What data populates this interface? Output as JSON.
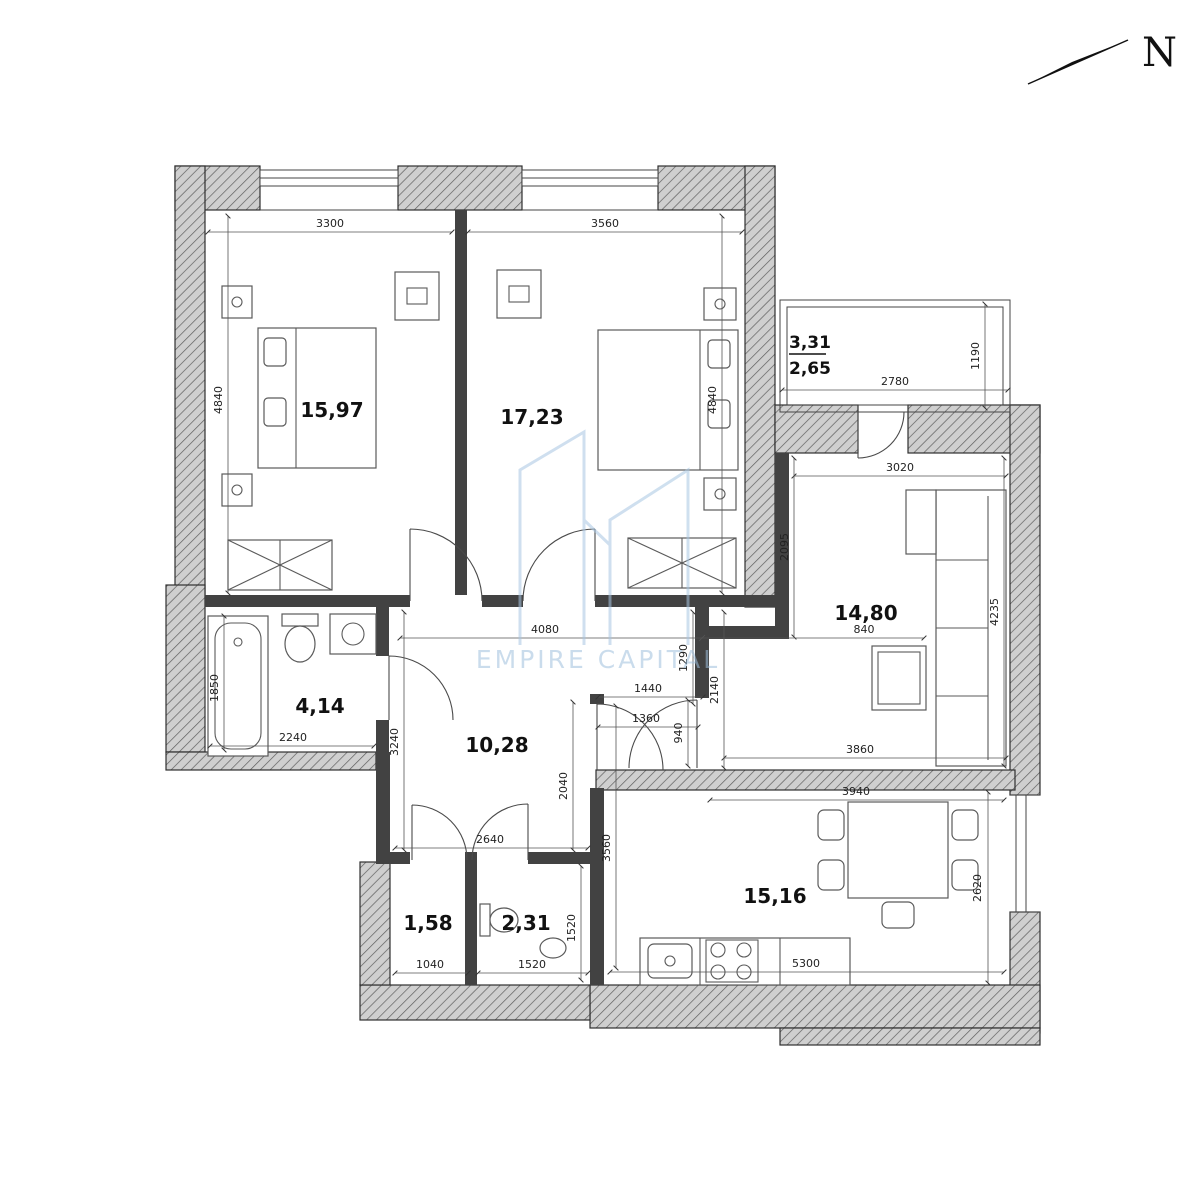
{
  "compass": {
    "label": "N"
  },
  "watermark": {
    "text": "EMPIRE CAPITAL"
  },
  "rooms": {
    "bedroom1": {
      "area": "15,97"
    },
    "bedroom2": {
      "area": "17,23"
    },
    "balcony": {
      "area_full": "3,31",
      "area_coeff": "2,65"
    },
    "living": {
      "area": "14,80"
    },
    "bathroom": {
      "area": "4,14"
    },
    "hall": {
      "area": "10,28"
    },
    "storage": {
      "area": "1,58"
    },
    "wc": {
      "area": "2,31"
    },
    "kitchen": {
      "area": "15,16"
    }
  },
  "dims": {
    "bedroom1_width": "3300",
    "bedroom2_width": "3560",
    "bedroom1_depth": "4840",
    "bedroom2_depth": "4840",
    "balcony_width": "2780",
    "balcony_depth": "1190",
    "living_width_top": "3020",
    "living_left": "2095",
    "living_right": "4235",
    "living_bottom": "3860",
    "hall_top": "4080",
    "hall_top_offset": "840",
    "nook_left": "1290",
    "nook_width": "1440",
    "nook_right": "2140",
    "nook_width2": "1360",
    "entry_door": "940",
    "hall_left": "3240",
    "hall_mid": "2040",
    "hall_bottom": "2640",
    "kitchen_left_depth": "3560",
    "bath_depth": "1850",
    "bath_width": "2240",
    "storage_width": "1040",
    "wc_width": "1520",
    "wc_depth": "1520",
    "kitchen_top": "3940",
    "kitchen_bottom": "5300",
    "kitchen_right": "2620"
  }
}
